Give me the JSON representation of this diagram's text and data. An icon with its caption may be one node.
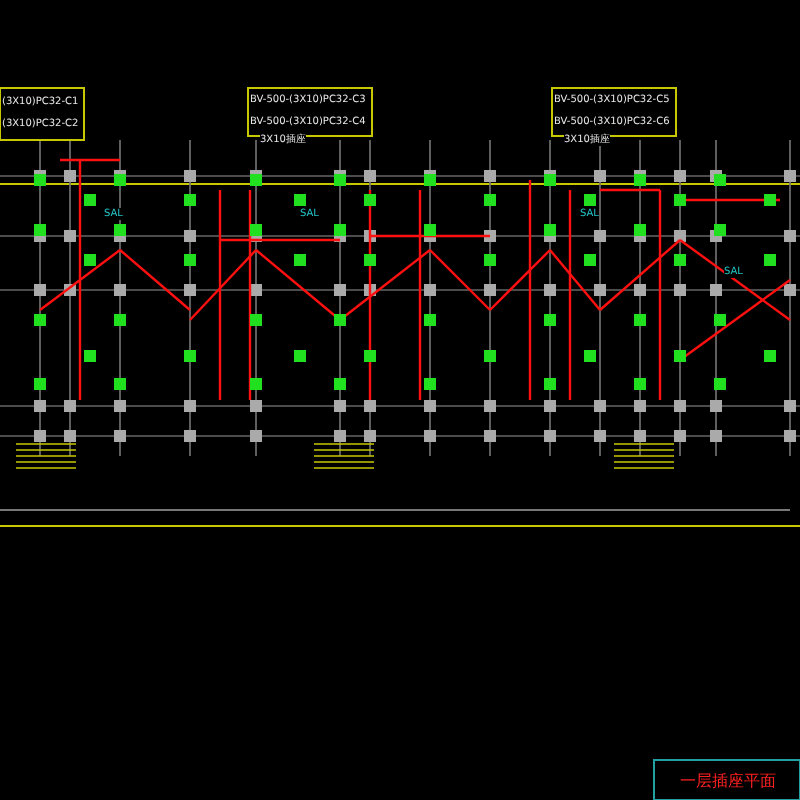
{
  "diagram": {
    "title": "一层插座平面",
    "labels": [
      "(3X10)PC32-C1",
      "(3X10)PC32-C2",
      "BV-500-(3X10)PC32-C3",
      "BV-500-(3X10)PC32-C4",
      "3X10插座",
      "BV-500-(3X10)PC32-C5",
      "BV-500-(3X10)PC32-C6",
      "3X10插座",
      "SAL",
      "SAL",
      "SAL",
      "SAL"
    ]
  }
}
